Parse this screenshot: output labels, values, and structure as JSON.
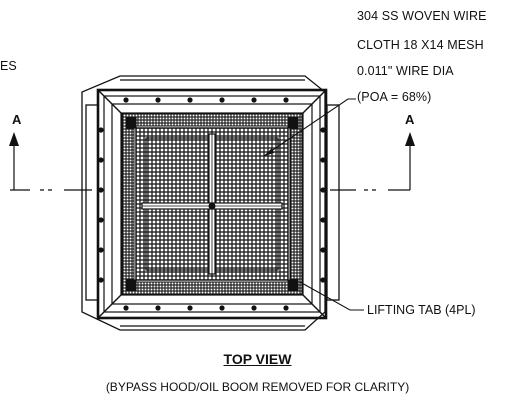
{
  "notes": {
    "mesh_line1": "304 SS WOVEN WIRE",
    "mesh_line2": "CLOTH 18 X14 MESH",
    "mesh_line3": "0.011\" WIRE DIA",
    "mesh_line4": "(POA = 68%)",
    "cut_fragment": "ES",
    "section_marker_left": "A",
    "section_marker_right": "A",
    "lifting_tab": "LIFTING TAB (4PL)"
  },
  "view": {
    "title": "TOP VIEW",
    "subtitle": "(BYPASS HOOD/OIL BOOM REMOVED FOR CLARITY)"
  },
  "colors": {
    "line": "#111111",
    "mesh": "#1a1a1a",
    "background": "#ffffff"
  }
}
